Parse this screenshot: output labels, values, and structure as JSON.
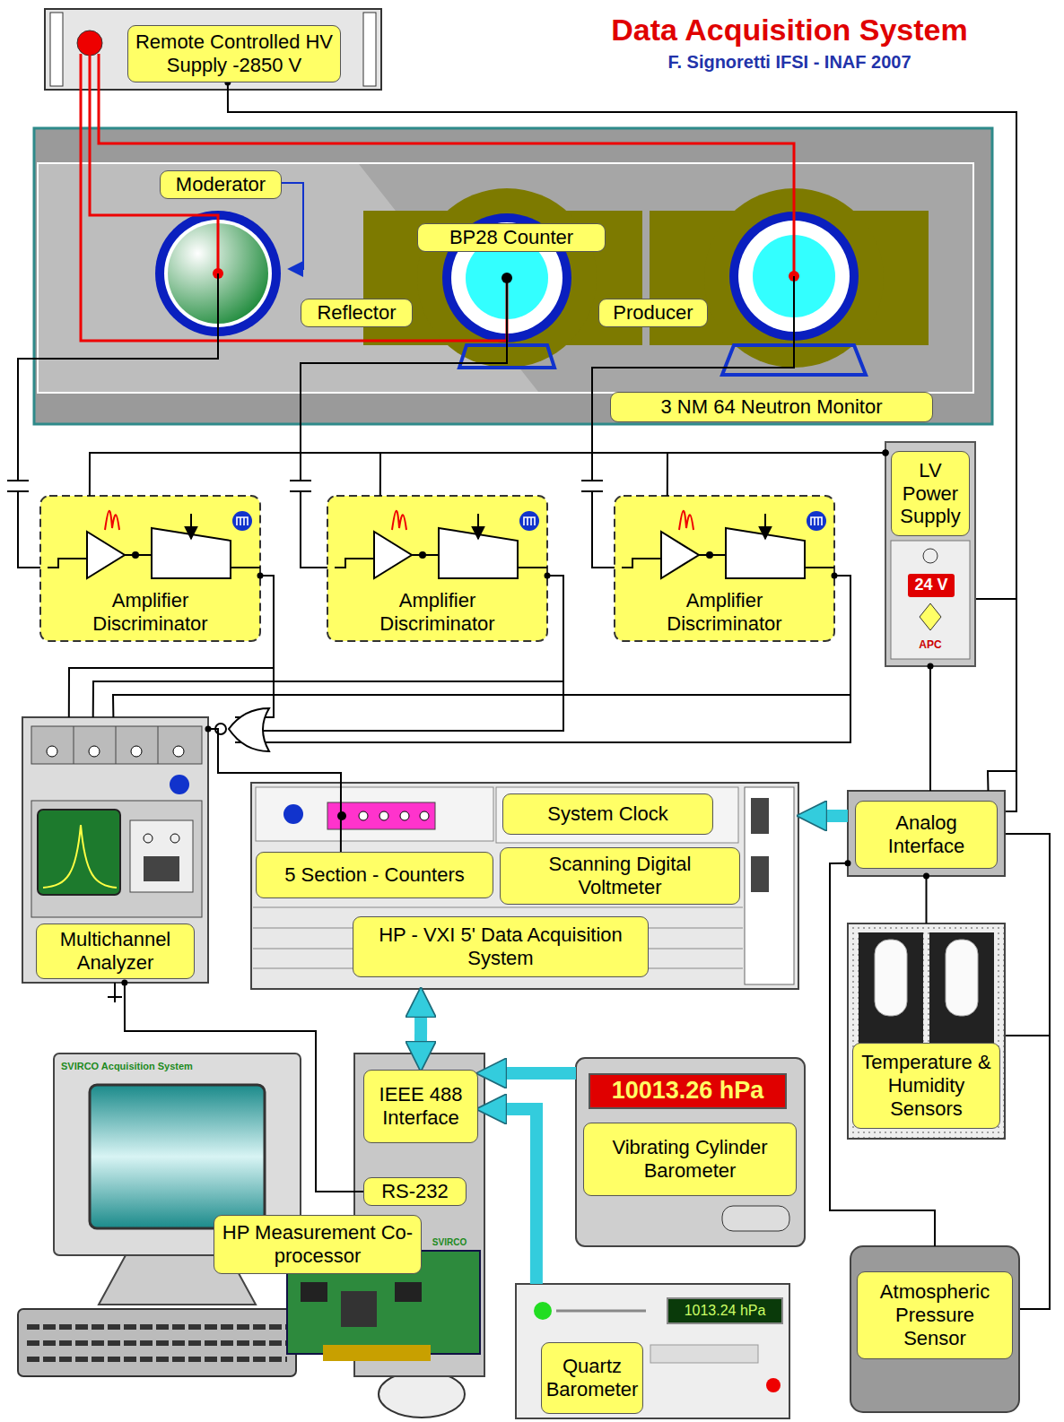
{
  "diagram": {
    "title": "Data Acquisition System",
    "nodes": [
      {
        "text": [
          "Remote Controlled HV Supply -2850 V"
        ]
      },
      {
        "text": [
          "3 NM 64 Neutron Monitor"
        ]
      },
      {
        "text": [
          "Moderator"
        ],
        "in": 1
      },
      {
        "text": [
          "BP28 Counter"
        ],
        "in": 1
      },
      {
        "text": [
          "Reflector"
        ],
        "in": 1
      },
      {
        "text": [
          "Producer"
        ],
        "in": 1
      },
      {
        "text": [
          "Amplifier Discriminator"
        ]
      },
      {
        "text": [
          "Amplifier Discriminator"
        ]
      },
      {
        "text": [
          "Amplifier Discriminator"
        ]
      },
      {
        "text": [
          "LV Power Supply",
          "24 V"
        ]
      },
      {
        "text": [
          "Multichannel Analyzer"
        ]
      },
      {
        "text": [
          "HP - VXI 5' Data Acquisition System"
        ]
      },
      {
        "text": [
          "System Clock"
        ],
        "in": 11
      },
      {
        "text": [
          "5 Section - Counters"
        ],
        "in": 11
      },
      {
        "text": [
          "Scanning Digital Voltmeter"
        ],
        "in": 11
      },
      {
        "text": [
          "Analog Interface"
        ]
      },
      {
        "text": [
          "Temperature & Humidity Sensors"
        ]
      },
      {
        "text": [
          "SVIRCO Acquisition System"
        ]
      },
      {
        "text": [
          "SVIRCO"
        ]
      },
      {
        "text": [
          "IEEE 488 Interface"
        ],
        "in": 18
      },
      {
        "text": [
          "RS-232"
        ],
        "in": 18
      },
      {
        "text": [
          "HP Measurement Co-processor"
        ]
      },
      {
        "text": [
          "10013.26 hPa",
          "Vibrating Cylinder Barometer"
        ]
      },
      {
        "text": [
          "1013.24 hPa",
          "Quartz Barometer"
        ]
      },
      {
        "text": [
          "Atmospheric Pressure Sensor"
        ]
      }
    ],
    "edges": [
      {
        "from": 9,
        "to": 6,
        "arrow": "none"
      },
      {
        "from": 9,
        "to": 7,
        "arrow": "none"
      },
      {
        "from": 9,
        "to": 8,
        "arrow": "none"
      },
      {
        "from": 6,
        "to": 10,
        "arrow": "none"
      },
      {
        "from": 7,
        "to": 10,
        "arrow": "none"
      },
      {
        "from": 8,
        "to": 10,
        "arrow": "none"
      },
      {
        "from": 10,
        "to": 13,
        "arrow": "none"
      },
      {
        "from": 0,
        "to": 15,
        "arrow": "none"
      },
      {
        "from": 9,
        "to": 15,
        "arrow": "none"
      },
      {
        "from": 15,
        "to": 11,
        "arrow": "to"
      },
      {
        "from": 11,
        "to": 19,
        "arrow": "both"
      },
      {
        "from": 22,
        "to": 19,
        "arrow": "to"
      },
      {
        "from": 23,
        "to": 19,
        "arrow": "to"
      },
      {
        "from": 15,
        "to": 16,
        "arrow": "none"
      },
      {
        "from": 15,
        "to": 24,
        "arrow": "none"
      },
      {
        "from": 10,
        "to": 20,
        "arrow": "none"
      }
    ],
    "labels": [
      "F. Signoretti IFSI - INAF 2007",
      "APC"
    ]
  }
}
